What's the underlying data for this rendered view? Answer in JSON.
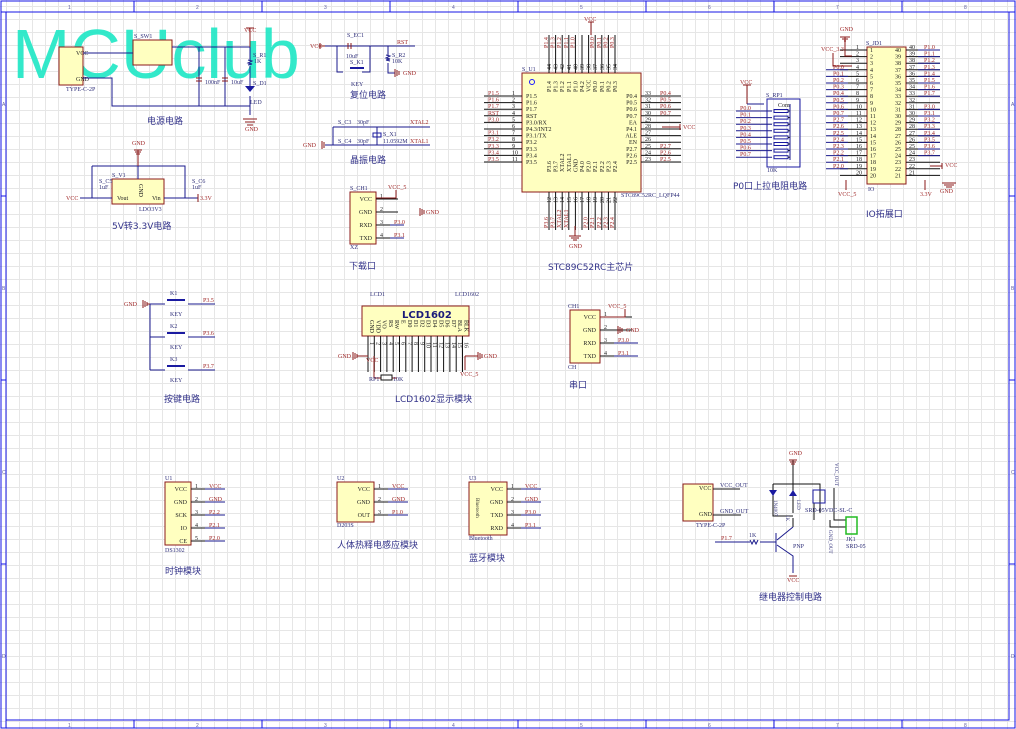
{
  "logo": "MCUclub",
  "frame": {
    "columns": [
      "1",
      "2",
      "3",
      "4",
      "5",
      "6",
      "7",
      "8"
    ],
    "rows": [
      "A",
      "B",
      "C",
      "D"
    ]
  },
  "sections": {
    "power": "电源电路",
    "reset": "复位电路",
    "crystal": "晶振电路",
    "ldo": "5V转3.3V电路",
    "download": "下载口",
    "mcu": "STC89C52RC主芯片",
    "pullup": "P0口上拉电阻电路",
    "io": "IO拓展口",
    "keys": "按键电路",
    "lcd": "LCD1602显示模块",
    "serial": "串口",
    "clock": "时钟模块",
    "pir": "人体热释电感应模块",
    "bluetooth": "蓝牙模块",
    "relay": "继电器控制电路"
  },
  "power": {
    "sw": "S_SW1",
    "conn_vcc": "VCC",
    "conn_gnd": "GND",
    "conn": "TYPE-C-2P",
    "vcc": "VCC",
    "r1": "S_R1",
    "r1_val": "1K",
    "d1": "S_D1",
    "led": "LED",
    "c1": "100nF",
    "c2": "10uF",
    "gnd": "GND"
  },
  "reset": {
    "vcc": "VCC",
    "ec1": "S_EC1",
    "ec1_val": "10uF",
    "k1": "S_K1",
    "key": "KEY",
    "rst": "RST",
    "r2": "S_R2",
    "r2_val": "10K",
    "gnd": "GND"
  },
  "crystal": {
    "c3": "S_C3",
    "c3_val": "30pF",
    "c4": "S_C4",
    "c4_val": "30pF",
    "x1": "S_X1",
    "x1_val": "11.0592M",
    "xtal2": "XTAL2",
    "xtal1": "XTAL1",
    "gnd": "GND"
  },
  "ldo": {
    "gnd": "GND",
    "v1": "S_V1",
    "vout": "Vout",
    "vin": "Vin",
    "pin_gnd": "GND",
    "part": "LDO3V3",
    "c5": "S_C5",
    "c5_val": "1uF",
    "c6": "S_C6",
    "c6_val": "1uF",
    "vcc": "VCC",
    "v33": "3.3V"
  },
  "download": {
    "ref": "S_CH1",
    "vcc5": "VCC_5",
    "pins": [
      "VCC",
      "GND",
      "RXD",
      "TXD"
    ],
    "nums": [
      "1",
      "2",
      "3",
      "4"
    ],
    "nets": [
      "",
      "",
      "P3.0",
      "P3.1"
    ],
    "gnd": "GND",
    "part": "XZ"
  },
  "mcu": {
    "ref": "S_U1",
    "part": "STC89C52RC_LQFP44",
    "vcc": "VCC",
    "gnd": "GND",
    "ea_vcc": "VCC",
    "top": {
      "pins": [
        "P1.4",
        "P1.3",
        "P1.2",
        "P1.1",
        "P1.0",
        "P4.2",
        "VCC",
        "P0.0",
        "P0.1",
        "P0.2",
        "P0.3"
      ],
      "nums": [
        "44",
        "43",
        "42",
        "41",
        "40",
        "39",
        "38",
        "37",
        "36",
        "35",
        "34"
      ],
      "nets": [
        "P1.4",
        "P1.3",
        "P1.2",
        "P1.1",
        "P1.0",
        "",
        "",
        "P0.0",
        "P0.1",
        "P0.2",
        "P0.3"
      ]
    },
    "left": {
      "pins": [
        "P1.5",
        "P1.6",
        "P1.7",
        "RST",
        "P3.0/RX",
        "P4.3/INT2",
        "P3.1/TX",
        "P3.2",
        "P3.3",
        "P3.4",
        "P3.5"
      ],
      "nums": [
        "1",
        "2",
        "3",
        "4",
        "5",
        "6",
        "7",
        "8",
        "9",
        "10",
        "11"
      ],
      "nets": [
        "P1.5",
        "P1.6",
        "P1.7",
        "RST",
        "P3.0",
        "",
        "P3.1",
        "P3.2",
        "P3.3",
        "P3.4",
        "P3.5"
      ]
    },
    "right": {
      "pins": [
        "P0.4",
        "P0.5",
        "P0.6",
        "P0.7",
        "EA",
        "P4.1",
        "ALE",
        "EN",
        "P2.7",
        "P2.6",
        "P2.5"
      ],
      "nums": [
        "33",
        "32",
        "31",
        "30",
        "29",
        "28",
        "27",
        "26",
        "25",
        "24",
        "23"
      ],
      "nets": [
        "P0.4",
        "P0.5",
        "P0.6",
        "P0.7",
        "",
        "",
        "",
        "",
        "P2.7",
        "P2.6",
        "P2.5"
      ]
    },
    "bottom": {
      "pins": [
        "P3.6",
        "P3.7",
        "XTAL2",
        "XTAL1",
        "GND",
        "P4.0",
        "P2.0",
        "P2.1",
        "P2.2",
        "P2.3",
        "P2.4"
      ],
      "nums": [
        "12",
        "13",
        "14",
        "15",
        "16",
        "17",
        "18",
        "19",
        "20",
        "21",
        "22"
      ],
      "nets": [
        "P3.6",
        "P3.7",
        "XTAL2",
        "XTAL1",
        "",
        "",
        "P2.0",
        "P2.1",
        "P2.2",
        "P2.3",
        "P2.4"
      ]
    }
  },
  "pullup": {
    "vcc": "VCC",
    "ref": "S_RP1",
    "com": "Com",
    "val": "10K",
    "nets": [
      "P0.0",
      "P0.1",
      "P0.2",
      "P0.3",
      "P0.4",
      "P0.5",
      "P0.6",
      "P0.7"
    ]
  },
  "io": {
    "ref": "S_JD1",
    "gnd": "GND",
    "vcc33": "VCC_3.3",
    "vcc5": "VCC_5",
    "v33": "3.3V",
    "vcc": "VCC",
    "gnd2": "GND",
    "part": "IO",
    "left_nets": [
      "",
      "",
      "",
      "P0.0",
      "P0.1",
      "P0.2",
      "P0.3",
      "P0.4",
      "P0.5",
      "P0.6",
      "P0.7",
      "P2.7",
      "P2.6",
      "P2.5",
      "P2.4",
      "P2.3",
      "P2.2",
      "P2.1",
      "P2.0",
      ""
    ],
    "right_nets": [
      "P1.0",
      "P1.1",
      "P1.2",
      "P1.3",
      "P1.4",
      "P1.5",
      "P1.6",
      "P1.7",
      "",
      "P3.0",
      "P3.1",
      "P3.2",
      "P3.3",
      "P3.4",
      "P3.5",
      "P3.6",
      "P3.7",
      "",
      "",
      ""
    ]
  },
  "keys": {
    "gnd": "GND",
    "items": [
      {
        "ref": "K1",
        "part": "KEY",
        "net": "P3.5"
      },
      {
        "ref": "K2",
        "part": "KEY",
        "net": "P3.6"
      },
      {
        "ref": "K3",
        "part": "KEY",
        "net": "P3.7"
      }
    ]
  },
  "lcd": {
    "ref": "LCD1",
    "part": "LCD1602",
    "name": "LCD1602",
    "pins": [
      "GND",
      "VDD",
      "VO",
      "RS",
      "RW",
      "E",
      "D0",
      "D1",
      "D2",
      "D3",
      "D4",
      "D5",
      "D6",
      "D7",
      "BLA",
      "BLK"
    ],
    "gnd_l": "GND",
    "gnd_r": "GND",
    "vcc": "VCC",
    "vcc5": "VCC_5",
    "rp": "RP1",
    "rp_val": "10K"
  },
  "serial": {
    "ref": "CH1",
    "vcc5": "VCC_5",
    "pins": [
      "VCC",
      "GND",
      "RXD",
      "TXD"
    ],
    "nums": [
      "1",
      "2",
      "3",
      "4"
    ],
    "nets": [
      "",
      "",
      "P3.0",
      "P3.1"
    ],
    "gnd": "GND",
    "part": "CH"
  },
  "clock": {
    "ref": "U1",
    "pins": [
      "VCC",
      "GND",
      "SCK",
      "IO",
      "CE"
    ],
    "nums": [
      "1",
      "2",
      "3",
      "4",
      "5"
    ],
    "nets": [
      "VCC",
      "GND",
      "P2.2",
      "P2.1",
      "P2.0"
    ],
    "part": "DS1302"
  },
  "pir": {
    "ref": "U2",
    "pins": [
      "VCC",
      "GND",
      "OUT"
    ],
    "nums": [
      "1",
      "2",
      "3"
    ],
    "nets": [
      "VCC",
      "GND",
      "P1.0"
    ],
    "part": "D203S"
  },
  "bt": {
    "ref": "U3",
    "inner": "Bluetooth",
    "pins": [
      "VCC",
      "GND",
      "TXD",
      "RXD"
    ],
    "nums": [
      "1",
      "2",
      "3",
      "4"
    ],
    "nets": [
      "VCC",
      "GND",
      "P3.0",
      "P3.1"
    ],
    "part": "Bluetooth"
  },
  "relay": {
    "conn_vcc": "VCC",
    "conn_gnd": "GND",
    "vcc_out": "VCC_OUT",
    "gnd_out": "GND_OUT",
    "conn": "TYPE-C-2P",
    "gnd": "GND",
    "diode": "1N4007",
    "led": "LED",
    "r": "1K",
    "relay": "SRD-05VDC-SL-C",
    "vcc_out_v": "VCC_OUT",
    "gnd_out_v": "GND_OUT",
    "jk": "JK1",
    "jk_part": "SRD-05",
    "in": "P1.7",
    "rb": "1K",
    "q": "PNP",
    "vcc": "VCC"
  }
}
